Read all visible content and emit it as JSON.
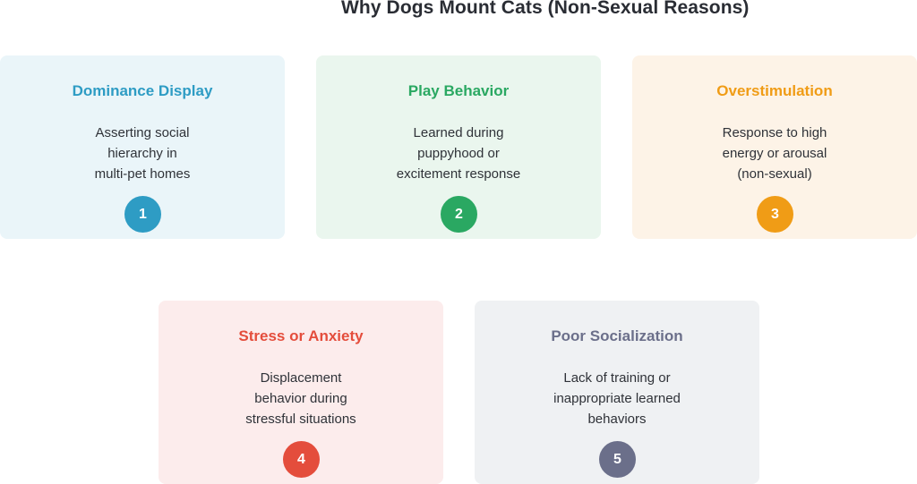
{
  "title": "Why Dogs Mount Cats (Non-Sexual Reasons)",
  "cards": [
    {
      "number": "1",
      "heading": "Dominance Display",
      "lines": [
        "Asserting social",
        "hierarchy in",
        "multi-pet homes"
      ],
      "accent_color": "#2e9cc4",
      "background_color": "#eaf5f9"
    },
    {
      "number": "2",
      "heading": "Play Behavior",
      "lines": [
        "Learned during",
        "puppyhood or",
        "excitement response"
      ],
      "accent_color": "#2aa862",
      "background_color": "#eaf6ee"
    },
    {
      "number": "3",
      "heading": "Overstimulation",
      "lines": [
        "Response to high",
        "energy or arousal",
        "(non-sexual)"
      ],
      "accent_color": "#f09c16",
      "background_color": "#fdf3e7"
    },
    {
      "number": "4",
      "heading": "Stress or Anxiety",
      "lines": [
        "Displacement",
        "behavior during",
        "stressful situations"
      ],
      "accent_color": "#e44d3c",
      "background_color": "#fcecec"
    },
    {
      "number": "5",
      "heading": "Poor Socialization",
      "lines": [
        "Lack of training or",
        "inappropriate learned",
        "behaviors"
      ],
      "accent_color": "#6b6f8a",
      "background_color": "#eff1f3"
    }
  ]
}
